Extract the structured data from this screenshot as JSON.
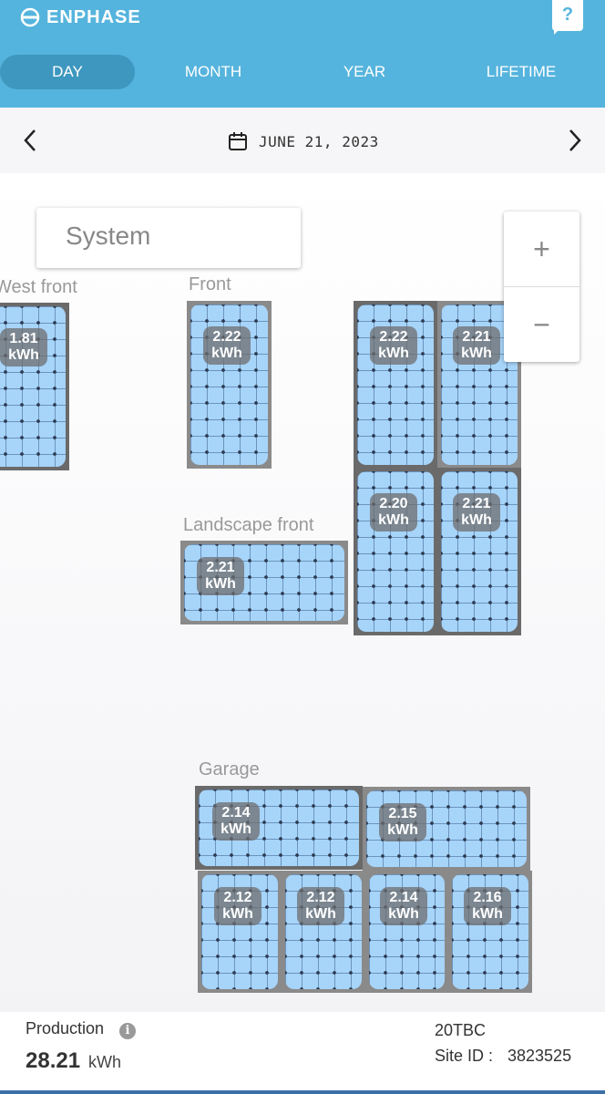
{
  "header": {
    "brand": "ENPHASE",
    "help_label": "?",
    "tabs": [
      {
        "label": "DAY",
        "active": true
      },
      {
        "label": "MONTH",
        "active": false
      },
      {
        "label": "YEAR",
        "active": false
      },
      {
        "label": "LIFETIME",
        "active": false
      }
    ],
    "accent_color": "#55b4dd"
  },
  "date_nav": {
    "date": "JUNE 21, 2023"
  },
  "map": {
    "view_selector": "System",
    "zoom_in": "+",
    "zoom_out": "−",
    "groups": [
      {
        "label": "West front"
      },
      {
        "label": "Front"
      },
      {
        "label": "Landscape front"
      },
      {
        "label": "Garage"
      }
    ],
    "panels": [
      {
        "value": "1.81",
        "unit": "kWh"
      },
      {
        "value": "2.22",
        "unit": "kWh"
      },
      {
        "value": "2.22",
        "unit": "kWh"
      },
      {
        "value": "2.21",
        "unit": "kWh"
      },
      {
        "value": "2.20",
        "unit": "kWh"
      },
      {
        "value": "2.21",
        "unit": "kWh"
      },
      {
        "value": "2.21",
        "unit": "kWh"
      },
      {
        "value": "2.14",
        "unit": "kWh"
      },
      {
        "value": "2.15",
        "unit": "kWh"
      },
      {
        "value": "2.12",
        "unit": "kWh"
      },
      {
        "value": "2.12",
        "unit": "kWh"
      },
      {
        "value": "2.14",
        "unit": "kWh"
      },
      {
        "value": "2.16",
        "unit": "kWh"
      }
    ]
  },
  "footer": {
    "production_label": "Production",
    "production_value": "28.21",
    "production_unit": "kWh",
    "site_name": "20TBC",
    "site_id_label": "Site ID :",
    "site_id": "3823525"
  }
}
